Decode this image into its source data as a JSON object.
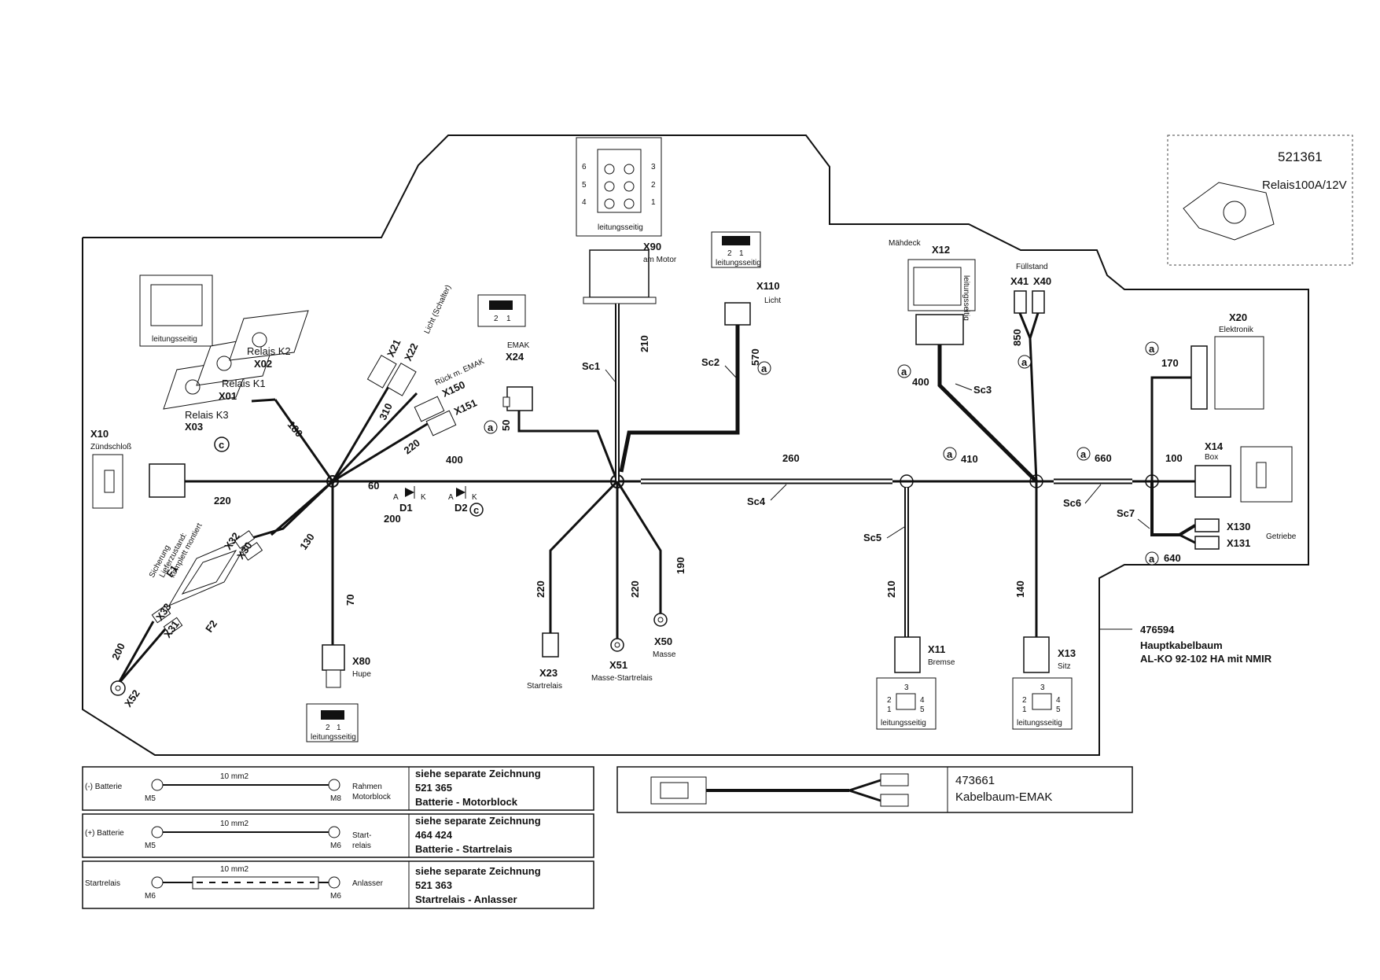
{
  "connectors": {
    "x10": {
      "id": "X10",
      "name": "Zündschloß"
    },
    "x90": {
      "id": "X90",
      "name": "am Motor"
    },
    "x110": {
      "id": "X110",
      "name": "Licht"
    },
    "x12": {
      "id": "X12",
      "name": "Mähdeck"
    },
    "x41": {
      "id": "X41"
    },
    "x40": {
      "id": "X40"
    },
    "fuellstand": "Füllstand",
    "x20": {
      "id": "X20",
      "name": "Elektronik"
    },
    "x14": {
      "id": "X14",
      "name": "Box"
    },
    "x130": {
      "id": "X130"
    },
    "x131": {
      "id": "X131"
    },
    "getriebe": "Getriebe",
    "x11": {
      "id": "X11",
      "name": "Bremse"
    },
    "x13": {
      "id": "X13",
      "name": "Sitz"
    },
    "x23": {
      "id": "X23",
      "name": "Startrelais"
    },
    "x51": {
      "id": "X51",
      "name": "Masse-Startrelais"
    },
    "x50": {
      "id": "X50",
      "name": "Masse"
    },
    "x80": {
      "id": "X80",
      "name": "Hupe"
    },
    "x24": {
      "id": "X24",
      "name": "EMAK"
    },
    "x21": {
      "id": "X21"
    },
    "x22": {
      "id": "X22"
    },
    "licht_schalter": "Licht (Schalter)",
    "x150": {
      "id": "X150"
    },
    "x151": {
      "id": "X151"
    },
    "rueck_emak": "Rück m. EMAK",
    "x01": {
      "id": "X01",
      "name": "Relais K1"
    },
    "x02": {
      "id": "X02",
      "name": "Relais K2"
    },
    "x03": {
      "id": "X03",
      "name": "Relais K3"
    },
    "x32": {
      "id": "X32"
    },
    "x30": {
      "id": "X30"
    },
    "x33": {
      "id": "X33"
    },
    "x31": {
      "id": "X31"
    },
    "x52": {
      "id": "X52"
    },
    "f1": "F1",
    "f2": "F2",
    "sicherung": [
      "Sicherung",
      "Lieferzustand:",
      "komplett montiert"
    ],
    "d1": "D1",
    "d2": "D2",
    "diode_a": "A",
    "diode_k": "K"
  },
  "sheaths": [
    "Sc1",
    "Sc2",
    "Sc3",
    "Sc4",
    "Sc5",
    "Sc6",
    "Sc7"
  ],
  "lengths": {
    "l220a": "220",
    "l400": "400",
    "l60": "60",
    "l200": "200",
    "l180": "180",
    "l310": "310",
    "l220b": "220",
    "l130": "130",
    "l70": "70",
    "l200c": "200",
    "l50": "50",
    "l210": "210",
    "l570": "570",
    "l220c": "220",
    "l220d": "220",
    "l190": "190",
    "l260": "260",
    "l410": "410",
    "l400b": "400",
    "l850": "850",
    "l660": "660",
    "l100": "100",
    "l170": "170",
    "l640": "640",
    "l210b": "210",
    "l140": "140"
  },
  "marks": {
    "a": "a",
    "c": "c"
  },
  "pinouts": {
    "leitungsseitig": "leitungsseitig",
    "p6": "6",
    "p5": "5",
    "p4": "4",
    "p3": "3",
    "p2": "2",
    "p1": "1"
  },
  "relay_box": {
    "part": "521361",
    "desc": "Relais100A/12V"
  },
  "main_harness": {
    "part": "476594",
    "title": "Hauptkabelbaum",
    "model": "AL-KO 92-102 HA mit NMIR"
  },
  "emak_harness": {
    "part": "473661",
    "title": "Kabelbaum-EMAK"
  },
  "cables": [
    {
      "left": "(-) Batterie",
      "m_left": "M5",
      "size": "10 mm2",
      "m_right": "M8",
      "right": [
        "Rahmen",
        "Motorblock"
      ],
      "note": "siehe separate Zeichnung",
      "part": "521 365",
      "desc": "Batterie - Motorblock"
    },
    {
      "left": "(+) Batterie",
      "m_left": "M5",
      "size": "10 mm2",
      "m_right": "M6",
      "right": [
        "Start-",
        "relais"
      ],
      "note": "siehe separate Zeichnung",
      "part": "464 424",
      "desc": "Batterie - Startrelais"
    },
    {
      "left": "Startrelais",
      "m_left": "M6",
      "size": "10 mm2",
      "m_right": "M6",
      "right": [
        "Anlasser"
      ],
      "note": "siehe separate Zeichnung",
      "part": "521 363",
      "desc": "Startrelais - Anlasser"
    }
  ]
}
